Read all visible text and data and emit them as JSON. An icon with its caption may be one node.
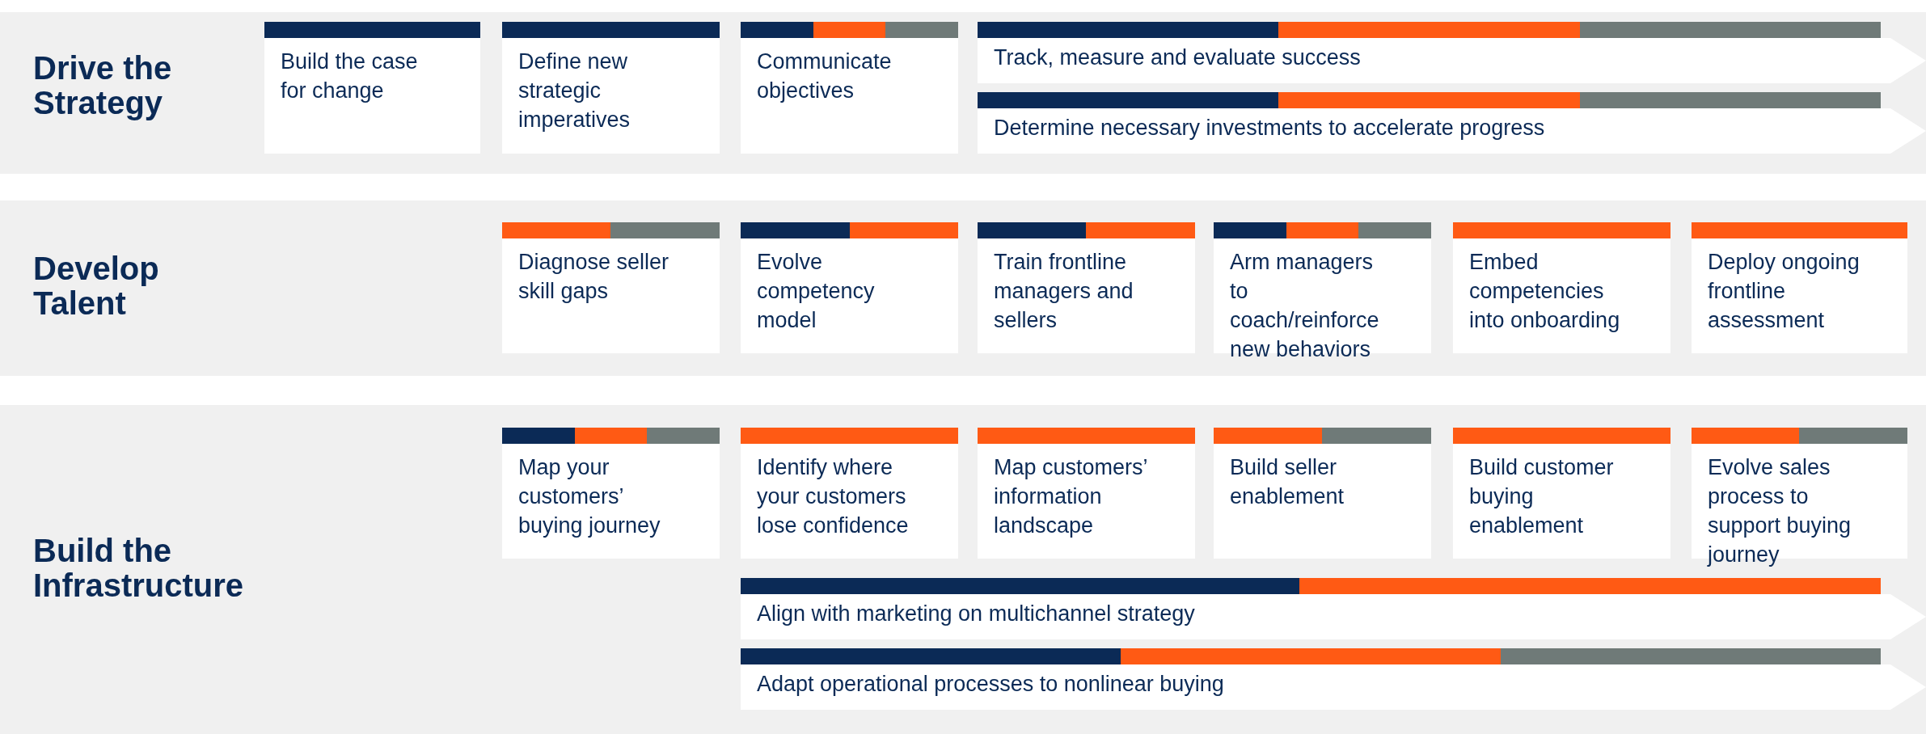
{
  "diagram": {
    "nodes": [
      {
        "text": [
          "Drive the Strategy"
        ]
      },
      {
        "text": [
          "Build the case for change"
        ],
        "in": 0
      },
      {
        "text": [
          "Define new strategic imperatives"
        ],
        "in": 0
      },
      {
        "text": [
          "Communicate objectives"
        ],
        "in": 0
      },
      {
        "text": [
          "Track, measure and evaluate success"
        ],
        "in": 0
      },
      {
        "text": [
          "Determine necessary investments to accelerate progress"
        ],
        "in": 0
      },
      {
        "text": [
          "Develop Talent"
        ]
      },
      {
        "text": [
          "Diagnose seller skill gaps"
        ],
        "in": 6
      },
      {
        "text": [
          "Evolve competency model"
        ],
        "in": 6
      },
      {
        "text": [
          "Train frontline managers and sellers"
        ],
        "in": 6
      },
      {
        "text": [
          "Arm managers to coach/reinforce new behaviors"
        ],
        "in": 6
      },
      {
        "text": [
          "Embed competencies into onboarding"
        ],
        "in": 6
      },
      {
        "text": [
          "Deploy ongoing frontline assessment"
        ],
        "in": 6
      },
      {
        "text": [
          "Build the Infrastructure"
        ]
      },
      {
        "text": [
          "Map your customers’ buying journey"
        ],
        "in": 13
      },
      {
        "text": [
          "Identify where your customers lose confidence"
        ],
        "in": 13
      },
      {
        "text": [
          "Map customers’ information landscape"
        ],
        "in": 13
      },
      {
        "text": [
          "Build seller enablement"
        ],
        "in": 13
      },
      {
        "text": [
          "Build customer buying enablement"
        ],
        "in": 13
      },
      {
        "text": [
          "Evolve sales process to support buying journey"
        ],
        "in": 13
      },
      {
        "text": [
          "Align with marketing on multichannel strategy"
        ],
        "in": 13
      },
      {
        "text": [
          "Adapt operational processes to nonlinear buying"
        ],
        "in": 13
      }
    ]
  }
}
